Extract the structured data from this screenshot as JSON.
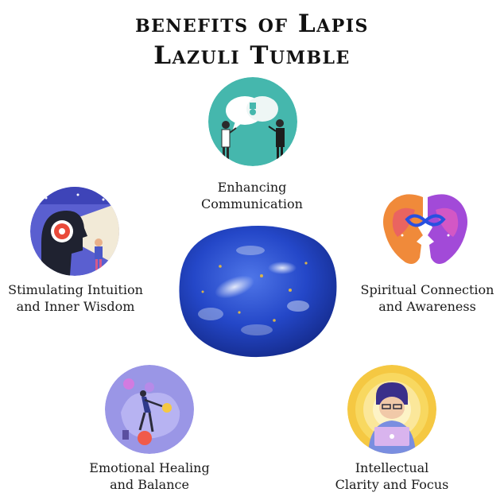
{
  "title": {
    "line1": "benefits of Lapis",
    "line2": "Lazuli Tumble"
  },
  "benefits": [
    {
      "line1": "Enhancing",
      "line2": "Communication",
      "icon": "communication-icon"
    },
    {
      "line1": "Stimulating Intuition",
      "line2": "and Inner Wisdom",
      "icon": "intuition-icon"
    },
    {
      "line1": "Spiritual Connection",
      "line2": "and Awareness",
      "icon": "spiritual-icon"
    },
    {
      "line1": "Emotional Healing",
      "line2": "and Balance",
      "icon": "emotional-icon"
    },
    {
      "line1": "Intellectual",
      "line2": "Clarity and Focus",
      "icon": "intellect-icon"
    }
  ],
  "colors": {
    "teal": "#45b7ad",
    "lavender": "#9a96e6",
    "lapis": "#2b4fd0",
    "gold": "#f5c842"
  }
}
